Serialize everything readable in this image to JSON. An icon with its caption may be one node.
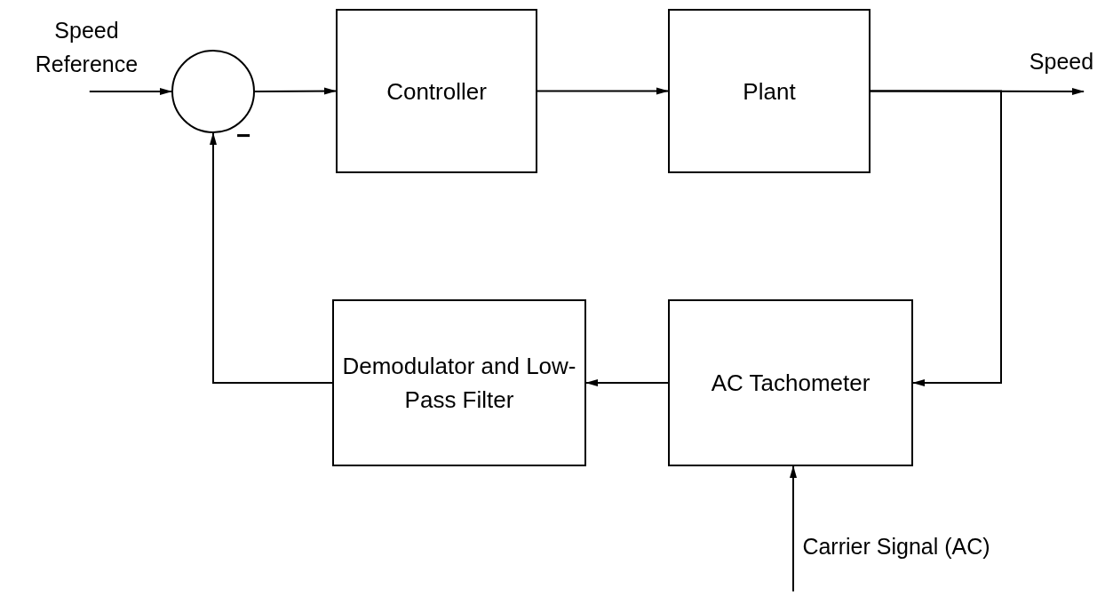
{
  "diagram": {
    "nodes": [
      {
        "text": [
          "Speed Reference"
        ]
      },
      {
        "text": [],
        "shape": "circle"
      },
      {
        "text": [
          "Controller"
        ]
      },
      {
        "text": [
          "Plant"
        ]
      },
      {
        "text": [
          "Speed"
        ]
      },
      {
        "text": [
          "AC Tachometer"
        ]
      },
      {
        "text": [
          "Demodulator and Low-Pass Filter"
        ]
      },
      {
        "text": [
          "Carrier Signal (AC)"
        ]
      }
    ],
    "edges": [
      {
        "from": 0,
        "to": 1,
        "arrow": "to"
      },
      {
        "from": 1,
        "to": 2,
        "arrow": "to"
      },
      {
        "from": 2,
        "to": 3,
        "arrow": "to"
      },
      {
        "from": 3,
        "to": 4,
        "arrow": "to"
      },
      {
        "from": 3,
        "to": 5,
        "arrow": "to"
      },
      {
        "from": 5,
        "to": 6,
        "arrow": "to"
      },
      {
        "from": 6,
        "to": 1,
        "arrow": "to"
      },
      {
        "from": 7,
        "to": 5,
        "arrow": "to"
      }
    ],
    "labels": [
      "−"
    ]
  }
}
